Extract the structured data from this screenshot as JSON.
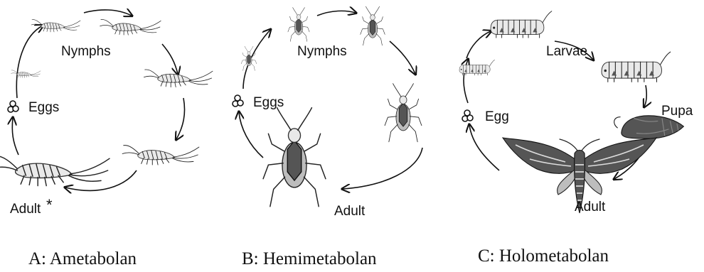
{
  "panels": [
    {
      "id": "A",
      "caption": "A: Ametabolan",
      "stages": {
        "eggs": "Eggs",
        "nymphs": "Nymphs",
        "adult": "Adult",
        "adult_mark": "*"
      }
    },
    {
      "id": "B",
      "caption": "B: Hemimetabolan",
      "stages": {
        "eggs": "Eggs",
        "nymphs": "Nymphs",
        "adult": "Adult"
      }
    },
    {
      "id": "C",
      "caption": "C: Holometabolan",
      "stages": {
        "egg": "Egg",
        "larvae": "Larvae",
        "pupa": "Pupa",
        "adult": "Adult"
      }
    }
  ],
  "icons": {
    "silverfish": "silverfish-icon",
    "bug": "true-bug-icon",
    "caterpillar": "caterpillar-icon",
    "pupa": "pupa-icon",
    "moth": "hawk-moth-icon",
    "egg": "egg-cluster-icon"
  }
}
